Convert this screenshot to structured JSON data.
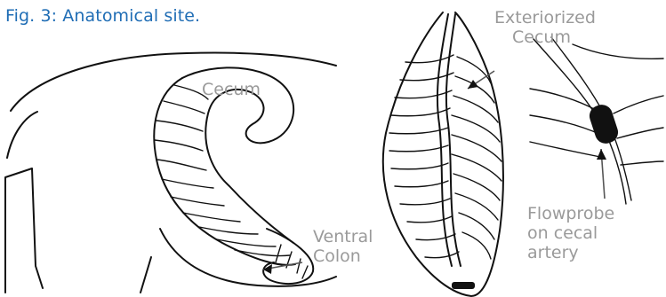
{
  "figure": {
    "caption": "Fig. 3: Anatomical site."
  },
  "labels": {
    "cecum": "Cecum",
    "ventral_colon": [
      "Ventral",
      "Colon"
    ],
    "exteriorized_cecum": [
      "Exteriorized",
      "Cecum"
    ],
    "flowprobe": [
      "Flowprobe",
      "on cecal",
      "artery"
    ]
  },
  "colors": {
    "caption": "#1f6db5",
    "label": "#9a9a9a",
    "line": "#111111"
  }
}
